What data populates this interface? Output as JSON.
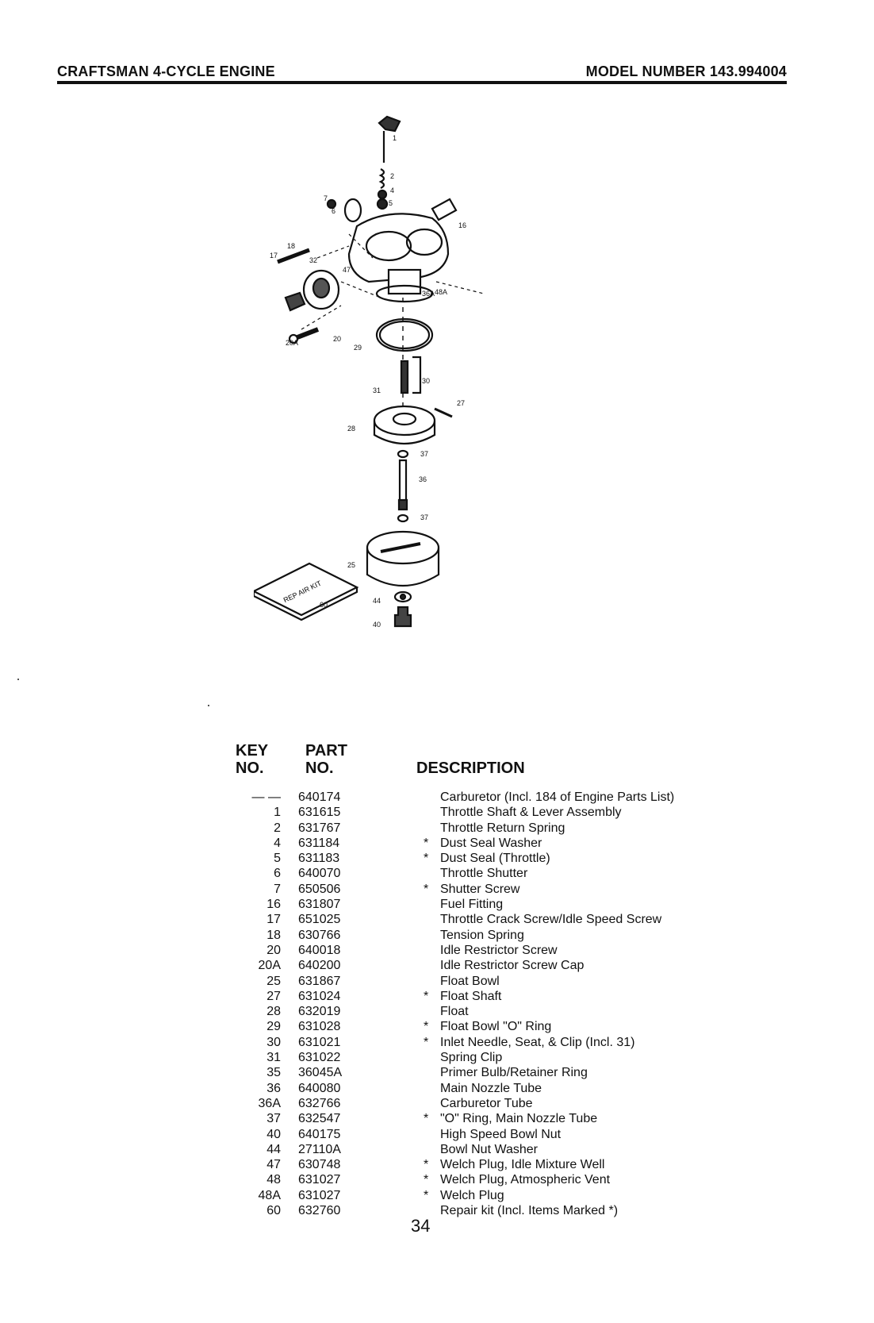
{
  "header": {
    "title": "CRAFTSMAN 4-CYCLE ENGINE",
    "model": "MODEL NUMBER 143.994004"
  },
  "diagram": {
    "kit_label": "REP AIR KIT",
    "callouts": [
      "1",
      "2",
      "4",
      "5",
      "7",
      "6",
      "16",
      "18",
      "17",
      "32",
      "47",
      "48A",
      "36A",
      "20",
      "20A",
      "29",
      "30",
      "31",
      "27",
      "28",
      "37",
      "36",
      "37",
      "25",
      "60",
      "44",
      "40"
    ]
  },
  "table": {
    "col_key": [
      "KEY",
      "NO."
    ],
    "col_part": [
      "PART",
      "NO."
    ],
    "col_desc": "DESCRIPTION",
    "rows": [
      {
        "key": "— —",
        "part": "640174",
        "mark": "",
        "desc": "Carburetor (Incl. 184 of Engine Parts List)"
      },
      {
        "key": "1",
        "part": "631615",
        "mark": "",
        "desc": "Throttle Shaft & Lever Assembly"
      },
      {
        "key": "2",
        "part": "631767",
        "mark": "",
        "desc": "Throttle Return Spring"
      },
      {
        "key": "4",
        "part": "631184",
        "mark": "*",
        "desc": "Dust Seal Washer"
      },
      {
        "key": "5",
        "part": "631183",
        "mark": "*",
        "desc": "Dust Seal (Throttle)"
      },
      {
        "key": "6",
        "part": "640070",
        "mark": "",
        "desc": "Throttle Shutter"
      },
      {
        "key": "7",
        "part": "650506",
        "mark": "*",
        "desc": "Shutter Screw"
      },
      {
        "key": "16",
        "part": "631807",
        "mark": "",
        "desc": "Fuel Fitting"
      },
      {
        "key": "17",
        "part": "651025",
        "mark": "",
        "desc": "Throttle Crack Screw/Idle Speed Screw"
      },
      {
        "key": "18",
        "part": "630766",
        "mark": "",
        "desc": "Tension Spring"
      },
      {
        "key": "20",
        "part": "640018",
        "mark": "",
        "desc": "Idle Restrictor Screw"
      },
      {
        "key": "20A",
        "part": "640200",
        "mark": "",
        "desc": "Idle Restrictor Screw Cap"
      },
      {
        "key": "25",
        "part": "631867",
        "mark": "",
        "desc": "Float Bowl"
      },
      {
        "key": "27",
        "part": "631024",
        "mark": "*",
        "desc": "Float Shaft"
      },
      {
        "key": "28",
        "part": "632019",
        "mark": "",
        "desc": "Float"
      },
      {
        "key": "29",
        "part": "631028",
        "mark": "*",
        "desc": " Float Bowl \"O\" Ring"
      },
      {
        "key": "30",
        "part": "631021",
        "mark": "*",
        "desc": "Inlet Needle, Seat, & Clip (Incl. 31)"
      },
      {
        "key": "31",
        "part": "631022",
        "mark": "",
        "desc": "Spring Clip"
      },
      {
        "key": "35",
        "part": "36045A",
        "mark": "",
        "desc": "Primer Bulb/Retainer Ring"
      },
      {
        "key": "36",
        "part": "640080",
        "mark": "",
        "desc": "Main Nozzle Tube"
      },
      {
        "key": "36A",
        "part": "632766",
        "mark": "",
        "desc": "Carburetor Tube"
      },
      {
        "key": "37",
        "part": "632547",
        "mark": "*",
        "desc": "\"O\" Ring, Main Nozzle Tube"
      },
      {
        "key": "40",
        "part": "640175",
        "mark": "",
        "desc": "High Speed Bowl Nut"
      },
      {
        "key": "44",
        "part": "27110A",
        "mark": "",
        "desc": "Bowl Nut Washer"
      },
      {
        "key": "47",
        "part": "630748",
        "mark": "*",
        "desc": "Welch Plug, Idle Mixture Well"
      },
      {
        "key": "48",
        "part": "631027",
        "mark": "*",
        "desc": "Welch Plug, Atmospheric Vent"
      },
      {
        "key": "48A",
        "part": "631027",
        "mark": "*",
        "desc": "Welch Plug"
      },
      {
        "key": "60",
        "part": "632760",
        "mark": "",
        "desc": "Repair kit (Incl. Items Marked *)"
      }
    ]
  },
  "page_number": "34"
}
